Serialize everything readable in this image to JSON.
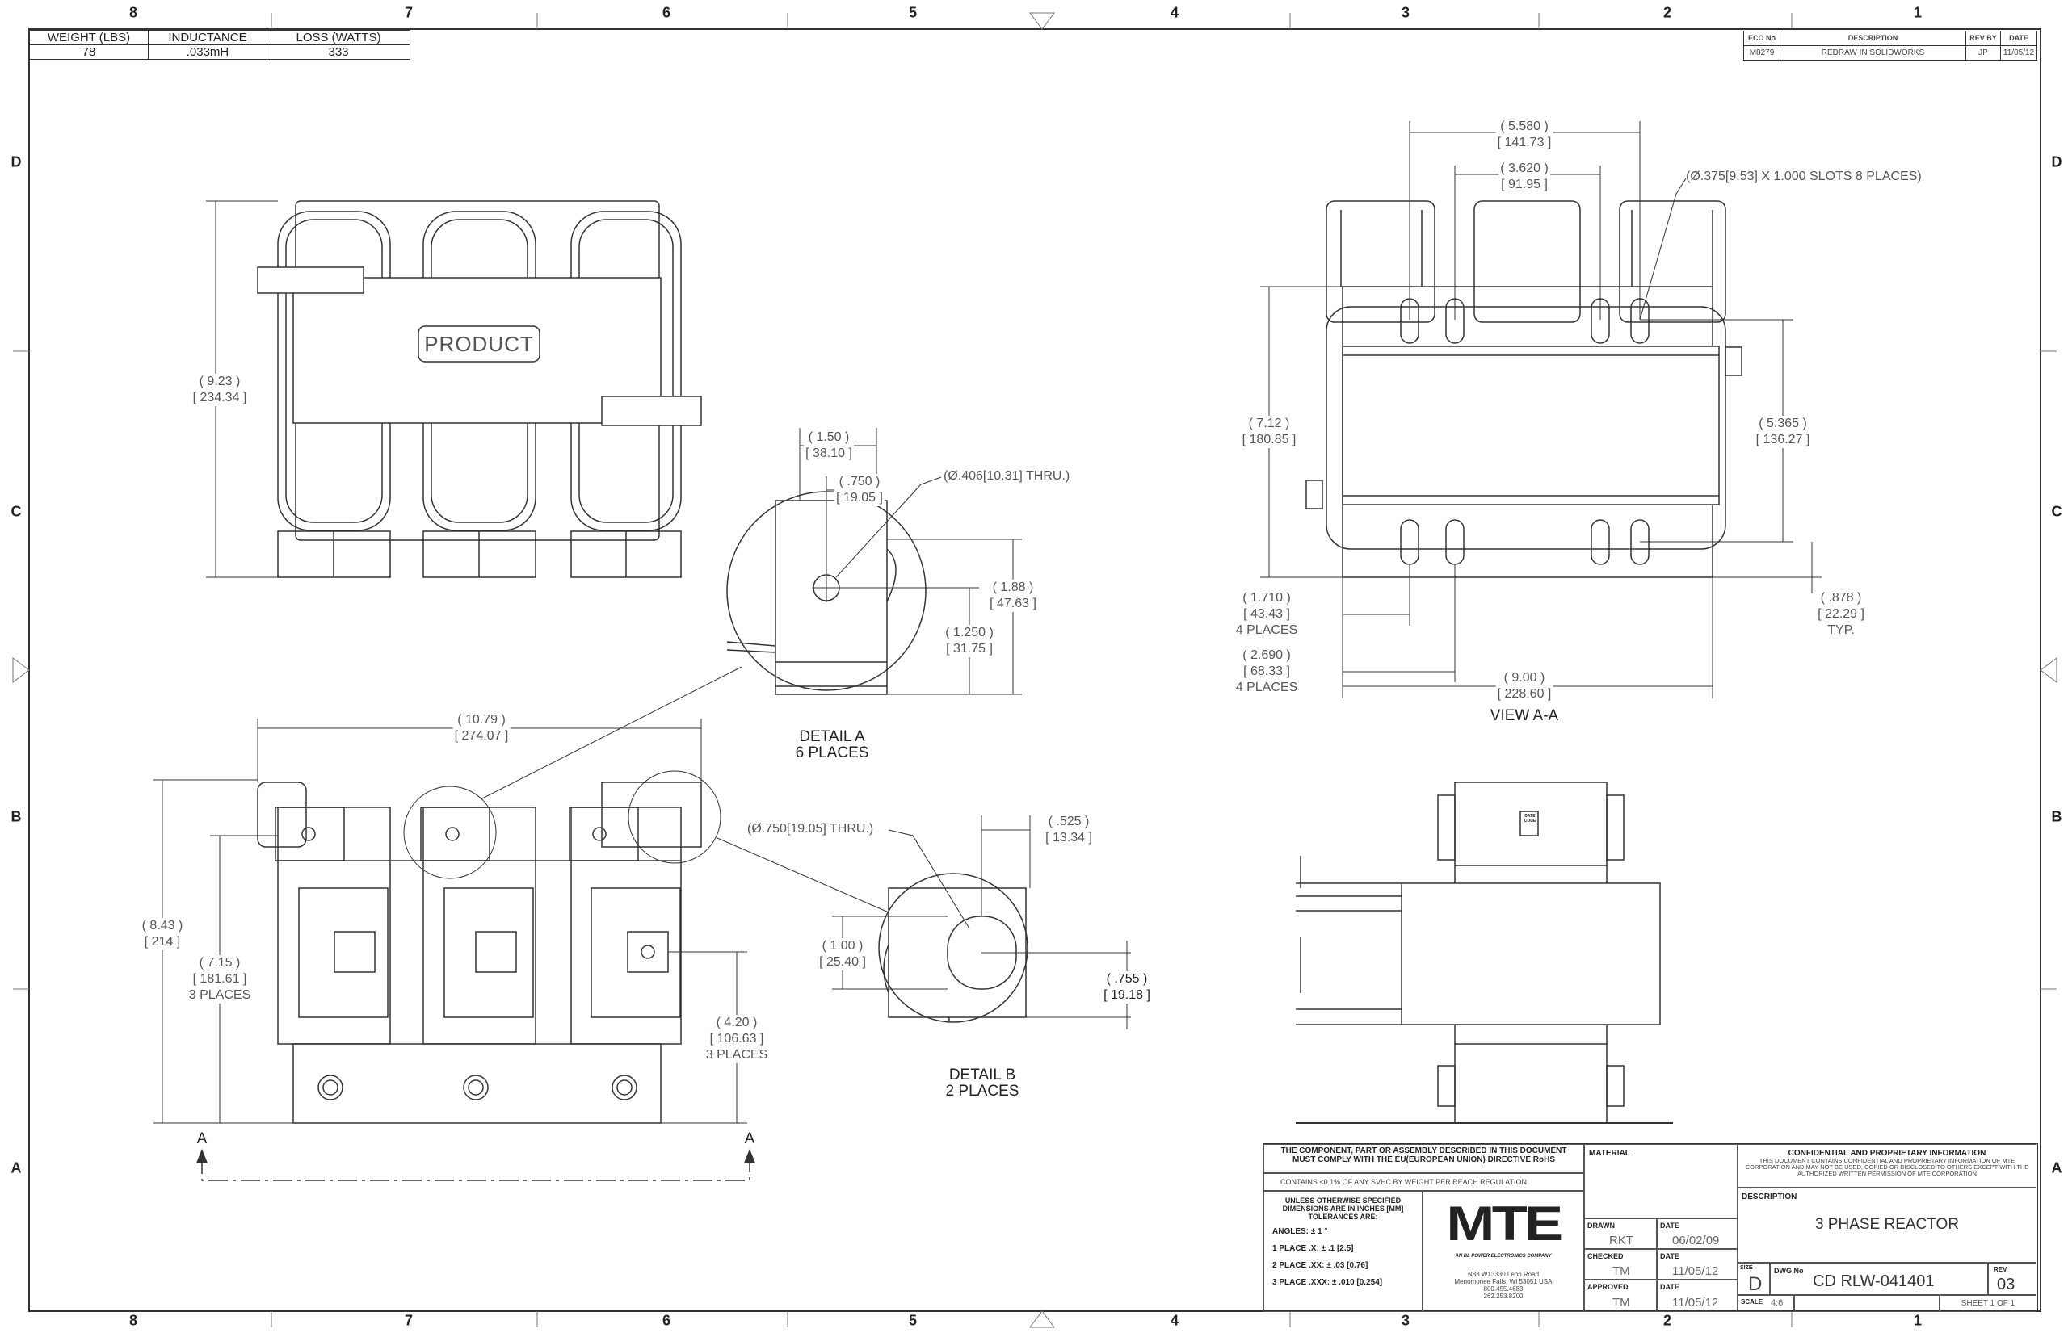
{
  "zones": {
    "columns": [
      "8",
      "7",
      "6",
      "5",
      "4",
      "3",
      "2",
      "1"
    ],
    "rows": [
      "D",
      "C",
      "B",
      "A"
    ]
  },
  "spec_table": {
    "headers": [
      "WEIGHT (LBS)",
      "INDUCTANCE",
      "LOSS (WATTS)"
    ],
    "values": [
      "78",
      ".033mH",
      "333"
    ]
  },
  "revision_table": {
    "headers": [
      "ECO No",
      "DESCRIPTION",
      "REV BY",
      "DATE"
    ],
    "row": [
      "M8279",
      "REDRAW IN SOLIDWORKS",
      "JP",
      "11/05/12"
    ]
  },
  "front_view": {
    "product_label": "PRODUCT",
    "height": {
      "in": "9.23",
      "mm": "234.34"
    }
  },
  "view_aa": {
    "title": "VIEW A-A",
    "slots_note": "(Ø.375[9.53] X 1.000 SLOTS 8 PLACES)",
    "d_5580": {
      "in": "5.580",
      "mm": "141.73"
    },
    "d_3620": {
      "in": "3.620",
      "mm": "91.95"
    },
    "d_712": {
      "in": "7.12",
      "mm": "180.85"
    },
    "d_5365": {
      "in": "5.365",
      "mm": "136.27"
    },
    "d_1710": {
      "in": "1.710",
      "mm": "43.43",
      "note": "4 PLACES"
    },
    "d_2690": {
      "in": "2.690",
      "mm": "68.33",
      "note": "4 PLACES"
    },
    "d_878": {
      "in": ".878",
      "mm": "22.29",
      "note": "TYP."
    },
    "d_900": {
      "in": "9.00",
      "mm": "228.60"
    }
  },
  "detail_a": {
    "title": "DETAIL A",
    "subtitle": "6 PLACES",
    "hole_note": "(Ø.406[10.31] THRU.)",
    "d_150": {
      "in": "1.50",
      "mm": "38.10"
    },
    "d_750": {
      "in": ".750",
      "mm": "19.05"
    },
    "d_188": {
      "in": "1.88",
      "mm": "47.63"
    },
    "d_1250": {
      "in": "1.250",
      "mm": "31.75"
    }
  },
  "detail_b": {
    "title": "DETAIL B",
    "subtitle": "2 PLACES",
    "hole_note": "(Ø.750[19.05] THRU.)",
    "d_525": {
      "in": ".525",
      "mm": "13.34"
    },
    "d_100": {
      "in": "1.00",
      "mm": "25.40"
    },
    "d_755": {
      "in": ".755",
      "mm": "19.18"
    }
  },
  "bottom_view": {
    "d_1079": {
      "in": "10.79",
      "mm": "274.07"
    },
    "d_843": {
      "in": "8.43",
      "mm": "214"
    },
    "d_715": {
      "in": "7.15",
      "mm": "181.61",
      "note": "3 PLACES"
    },
    "d_420": {
      "in": "4.20",
      "mm": "106.63",
      "note": "3 PLACES"
    },
    "section_left": "A",
    "section_right": "A"
  },
  "side_view": {
    "date_code": "DATE CODE"
  },
  "title_block": {
    "rohs": "THE COMPONENT, PART OR ASSEMBLY DESCRIBED IN THIS DOCUMENT MUST COMPLY WITH THE EU(EUROPEAN UNION) DIRECTIVE RoHS",
    "reach": "CONTAINS <0.1% OF ANY SVHC BY WEIGHT PER REACH REGULATION",
    "tol_header": "UNLESS OTHERWISE SPECIFIED DIMENSIONS ARE IN INCHES [MM] TOLERANCES ARE:",
    "tol_angles": "ANGLES: ± 1 °",
    "tol_1": "1 PLACE .X: ± .1 [2.5]",
    "tol_2": "2 PLACE .XX: ± .03 [0.76]",
    "tol_3": "3 PLACE .XXX: ± .010 [0.254]",
    "logo": "MTE",
    "logo_tagline": "AN BL POWER ELECTRONICS COMPANY",
    "address": [
      "N83 W13330 Leon Road",
      "Menomonee Falls, WI 53051 USA",
      "800.455.4683",
      "262.253.8200"
    ],
    "material_label": "MATERIAL",
    "drawn_label": "DRAWN",
    "drawn_by": "RKT",
    "drawn_date_label": "DATE",
    "drawn_date": "06/02/09",
    "checked_label": "CHECKED",
    "checked_by": "TM",
    "checked_date_label": "DATE",
    "checked_date": "11/05/12",
    "approved_label": "APPROVED",
    "approved_by": "TM",
    "approved_date_label": "DATE",
    "approved_date": "11/05/12",
    "confidential_title": "CONFIDENTIAL AND PROPRIETARY INFORMATION",
    "confidential_text": "THIS DOCUMENT CONTAINS CONFIDENTIAL AND PROPRIETARY INFORMATION OF MTE CORPORATION AND MAY NOT BE USED, COPIED OR DISCLOSED TO OTHERS EXCEPT WITH THE AUTHORIZED WRITTEN PERMISSION OF MTE CORPORATION",
    "description_label": "DESCRIPTION",
    "description": "3 PHASE REACTOR",
    "size_label": "SIZE",
    "size": "D",
    "dwg_label": "DWG No",
    "dwg_no": "CD RLW-041401",
    "rev_label": "REV",
    "rev": "03",
    "scale_label": "SCALE",
    "scale": "4:6",
    "sheet": "SHEET 1  OF 1"
  }
}
